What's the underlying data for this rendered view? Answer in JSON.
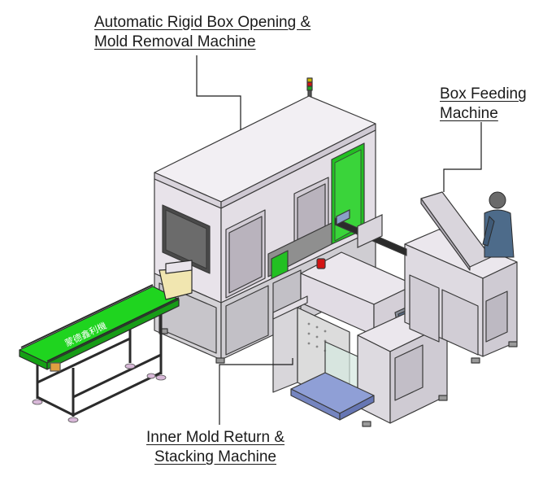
{
  "labels": {
    "main_machine": {
      "line1": "Automatic Rigid Box Opening &",
      "line2": "Mold Removal Machine"
    },
    "box_feeding": {
      "line1": "Box Feeding",
      "line2": "Machine"
    },
    "inner_mold": {
      "line1": "Inner Mold Return &",
      "line2": "Stacking Machine"
    }
  },
  "conveyor_text": "蒙德鑫利機",
  "colors": {
    "frame": "#e6e1e8",
    "frame_dark": "#c9c3cc",
    "lower_cabinet": "#d8d6da",
    "outline": "#3a3a3a",
    "guard_green": "#22c022",
    "belt_green": "#1fd41f",
    "dark_frame": "#2b2b2b",
    "signal_red": "#d21414",
    "pallet_blue": "#8f9fd6"
  }
}
